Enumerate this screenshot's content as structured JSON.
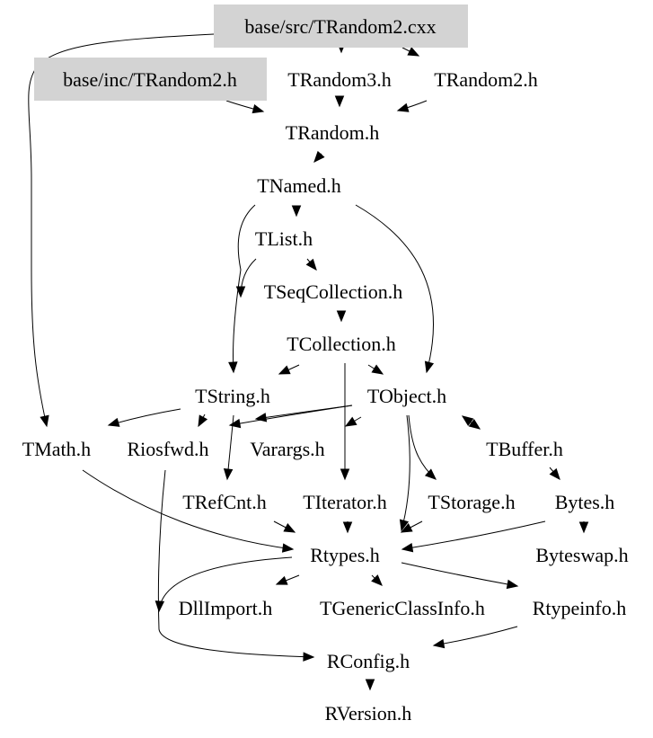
{
  "diagram": {
    "type": "include-dependency-graph",
    "colors": {
      "background": "#ffffff",
      "highlight_fill": "#d3d3d3",
      "text": "#000000",
      "edge": "#000000"
    },
    "nodes": [
      {
        "id": "trandom2_cxx",
        "label": "base/src/TRandom2.cxx",
        "highlighted": true
      },
      {
        "id": "trandom2_h_inc",
        "label": "base/inc/TRandom2.h",
        "highlighted": true
      },
      {
        "id": "trandom3_h",
        "label": "TRandom3.h",
        "highlighted": false
      },
      {
        "id": "trandom2_h",
        "label": "TRandom2.h",
        "highlighted": false
      },
      {
        "id": "trandom_h",
        "label": "TRandom.h",
        "highlighted": false
      },
      {
        "id": "tnamed_h",
        "label": "TNamed.h",
        "highlighted": false
      },
      {
        "id": "tlist_h",
        "label": "TList.h",
        "highlighted": false
      },
      {
        "id": "tseqcollection_h",
        "label": "TSeqCollection.h",
        "highlighted": false
      },
      {
        "id": "tcollection_h",
        "label": "TCollection.h",
        "highlighted": false
      },
      {
        "id": "tstring_h",
        "label": "TString.h",
        "highlighted": false
      },
      {
        "id": "tobject_h",
        "label": "TObject.h",
        "highlighted": false
      },
      {
        "id": "tmath_h",
        "label": "TMath.h",
        "highlighted": false
      },
      {
        "id": "riosfwd_h",
        "label": "Riosfwd.h",
        "highlighted": false
      },
      {
        "id": "varargs_h",
        "label": "Varargs.h",
        "highlighted": false
      },
      {
        "id": "tbuffer_h",
        "label": "TBuffer.h",
        "highlighted": false
      },
      {
        "id": "trefcnt_h",
        "label": "TRefCnt.h",
        "highlighted": false
      },
      {
        "id": "titerator_h",
        "label": "TIterator.h",
        "highlighted": false
      },
      {
        "id": "tstorage_h",
        "label": "TStorage.h",
        "highlighted": false
      },
      {
        "id": "bytes_h",
        "label": "Bytes.h",
        "highlighted": false
      },
      {
        "id": "rtypes_h",
        "label": "Rtypes.h",
        "highlighted": false
      },
      {
        "id": "byteswap_h",
        "label": "Byteswap.h",
        "highlighted": false
      },
      {
        "id": "dllimport_h",
        "label": "DllImport.h",
        "highlighted": false
      },
      {
        "id": "tgenericclassinfo_h",
        "label": "TGenericClassInfo.h",
        "highlighted": false
      },
      {
        "id": "rtypeinfo_h",
        "label": "Rtypeinfo.h",
        "highlighted": false
      },
      {
        "id": "rconfig_h",
        "label": "RConfig.h",
        "highlighted": false
      },
      {
        "id": "rversion_h",
        "label": "RVersion.h",
        "highlighted": false
      }
    ],
    "edges": [
      {
        "from": "trandom2_cxx",
        "to": "trandom3_h"
      },
      {
        "from": "trandom2_cxx",
        "to": "trandom2_h"
      },
      {
        "from": "trandom2_cxx",
        "to": "tmath_h"
      },
      {
        "from": "trandom2_h_inc",
        "to": "trandom_h"
      },
      {
        "from": "trandom3_h",
        "to": "trandom_h"
      },
      {
        "from": "trandom2_h",
        "to": "trandom_h"
      },
      {
        "from": "trandom_h",
        "to": "tnamed_h"
      },
      {
        "from": "tnamed_h",
        "to": "tlist_h"
      },
      {
        "from": "tnamed_h",
        "to": "tstring_h"
      },
      {
        "from": "tnamed_h",
        "to": "tobject_h"
      },
      {
        "from": "tlist_h",
        "to": "tseqcollection_h"
      },
      {
        "from": "tlist_h",
        "to": "tstring_h"
      },
      {
        "from": "tseqcollection_h",
        "to": "tcollection_h"
      },
      {
        "from": "tcollection_h",
        "to": "tstring_h"
      },
      {
        "from": "tcollection_h",
        "to": "tobject_h"
      },
      {
        "from": "tcollection_h",
        "to": "titerator_h"
      },
      {
        "from": "tstring_h",
        "to": "tmath_h"
      },
      {
        "from": "tstring_h",
        "to": "riosfwd_h"
      },
      {
        "from": "tstring_h",
        "to": "trefcnt_h"
      },
      {
        "from": "tobject_h",
        "to": "varargs_h"
      },
      {
        "from": "tobject_h",
        "to": "riosfwd_h"
      },
      {
        "from": "tobject_h",
        "to": "titerator_h"
      },
      {
        "from": "tobject_h",
        "to": "tbuffer_h",
        "bidirectional": true
      },
      {
        "from": "tobject_h",
        "to": "tstorage_h"
      },
      {
        "from": "tobject_h",
        "to": "rtypes_h"
      },
      {
        "from": "tmath_h",
        "to": "rtypes_h"
      },
      {
        "from": "riosfwd_h",
        "to": "rconfig_h"
      },
      {
        "from": "tbuffer_h",
        "to": "bytes_h"
      },
      {
        "from": "trefcnt_h",
        "to": "rtypes_h"
      },
      {
        "from": "titerator_h",
        "to": "rtypes_h"
      },
      {
        "from": "tstorage_h",
        "to": "rtypes_h"
      },
      {
        "from": "bytes_h",
        "to": "rtypes_h"
      },
      {
        "from": "bytes_h",
        "to": "byteswap_h"
      },
      {
        "from": "rtypes_h",
        "to": "dllimport_h"
      },
      {
        "from": "rtypes_h",
        "to": "tgenericclassinfo_h"
      },
      {
        "from": "rtypes_h",
        "to": "rtypeinfo_h"
      },
      {
        "from": "rtypes_h",
        "to": "rconfig_h"
      },
      {
        "from": "rtypeinfo_h",
        "to": "rconfig_h"
      },
      {
        "from": "rconfig_h",
        "to": "rversion_h"
      }
    ]
  }
}
